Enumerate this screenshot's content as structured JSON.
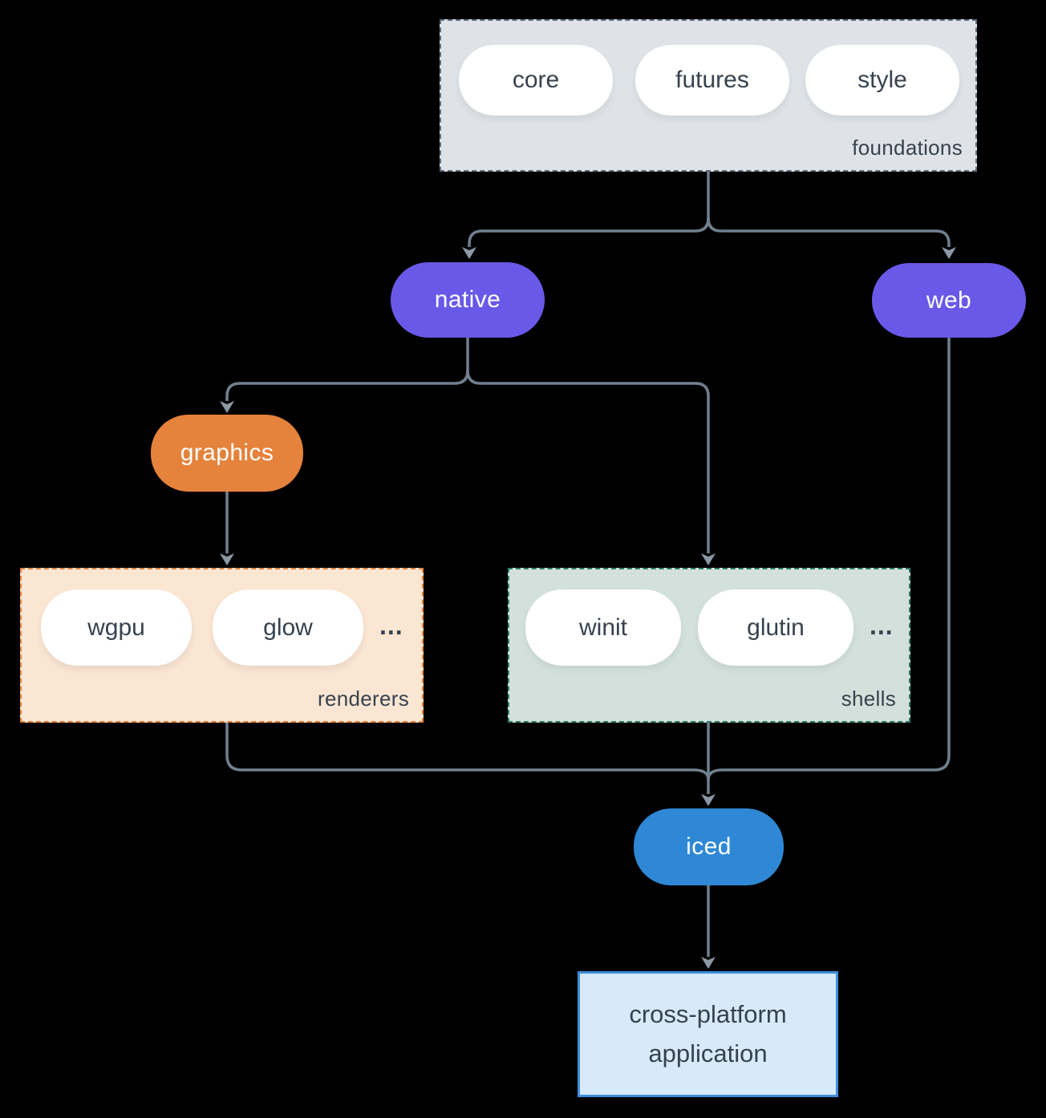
{
  "background": "#000000",
  "connector_color": "#71808f",
  "arrowhead_color": "#8a98a6",
  "groups": {
    "foundations": {
      "label": "foundations",
      "bg": "#dfe3e7",
      "border": "#5d6f7f",
      "pills": [
        "core",
        "futures",
        "style"
      ]
    },
    "renderers": {
      "label": "renderers",
      "bg": "#fbe5d3",
      "border": "#e8823b",
      "pills": [
        "wgpu",
        "glow"
      ],
      "more": "..."
    },
    "shells": {
      "label": "shells",
      "bg": "#d3e1dc",
      "border": "#2e7c6c",
      "pills": [
        "winit",
        "glutin"
      ],
      "more": "..."
    }
  },
  "nodes": {
    "native": {
      "label": "native",
      "color": "#6959e8"
    },
    "web": {
      "label": "web",
      "color": "#6959e8"
    },
    "graphics": {
      "label": "graphics",
      "color": "#e5823c"
    },
    "iced": {
      "label": "iced",
      "color": "#2e88d5"
    }
  },
  "application": {
    "line1": "cross-platform",
    "line2": "application",
    "bg": "#d8e9f9",
    "border": "#3f8edd"
  },
  "edges": [
    "foundations -> native",
    "foundations -> web",
    "native -> graphics",
    "native -> shells",
    "graphics -> renderers",
    "renderers -> iced",
    "shells -> iced",
    "web -> iced",
    "iced -> cross-platform application"
  ]
}
